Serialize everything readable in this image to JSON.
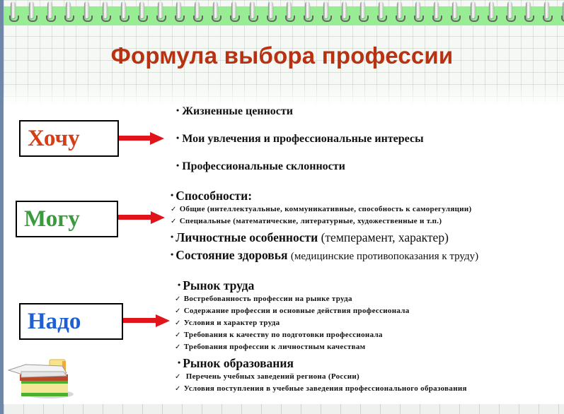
{
  "title": "Формула выбора профессии",
  "colors": {
    "title": "#b83212",
    "hochu": "#d63d16",
    "mogu": "#3a9a3d",
    "nado": "#1f5fcf",
    "arrow": "#e0141a",
    "spiral_band": "#98ec93"
  },
  "sections": [
    {
      "key": "Хочу",
      "items": [
        {
          "text": "Жизненные ценности"
        },
        {
          "text": "Мои увлечения и профессиональные интересы"
        },
        {
          "text": "Профессиональные склонности"
        }
      ]
    },
    {
      "key": "Могу",
      "groups": [
        {
          "heading": "Способности:",
          "subitems": [
            "Общие (интеллектуальные, коммуникативные, способность к  саморегуляции)",
            "Специальные (математические, литературные, художественные и т.п.)"
          ]
        },
        {
          "heading": "Личностные особенности",
          "note": "(темперамент, характер)"
        },
        {
          "heading": "Состояние здоровья",
          "note": "(медицинские противопоказания к   труду)"
        }
      ]
    },
    {
      "key": "Надо",
      "groups": [
        {
          "heading": "Рынок труда",
          "subitems": [
            "Востребованность профессии на рынке труда",
            "Содержание профессии и основные действия профессионала",
            "Условия и характер труда",
            "Требования к качеству по подготовки профессионала",
            "Требования профессии к личностным качествам"
          ]
        },
        {
          "heading": "Рынок образования",
          "subitems": [
            " Перечень учебных заведений региона (России)",
            "Условия поступления в учебные заведения профессионального образования"
          ]
        }
      ]
    }
  ],
  "icons": {
    "bullet": "•",
    "check": "✓",
    "books": "books-illustration"
  }
}
